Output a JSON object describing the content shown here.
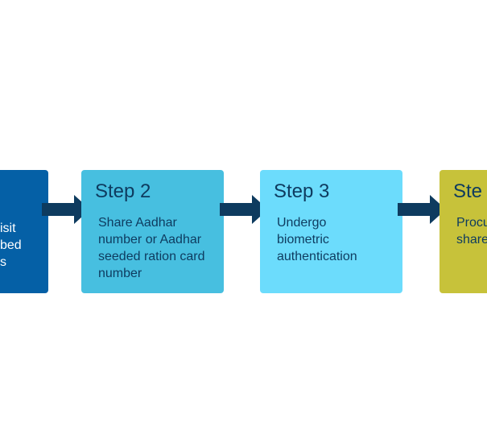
{
  "colors": {
    "step1_fill": "#0560a6",
    "step2_fill": "#47bfe0",
    "step3_fill": "#6cdcfc",
    "step4_fill": "#c7c23a",
    "arrow_fill": "#0e3b5f",
    "text_dark": "#0e3b5f"
  },
  "steps": [
    {
      "title": "",
      "description_lines": [
        "isit",
        "bed",
        "s"
      ]
    },
    {
      "title": "Step 2",
      "description_lines": [
        "Share Aadhar",
        "number or Aadhar",
        "seeded ration card",
        "number"
      ]
    },
    {
      "title": "Step 3",
      "description_lines": [
        "Undergo",
        "biometric",
        "authentication"
      ]
    },
    {
      "title": "Ste",
      "description_lines": [
        "Procu",
        "share"
      ]
    }
  ]
}
